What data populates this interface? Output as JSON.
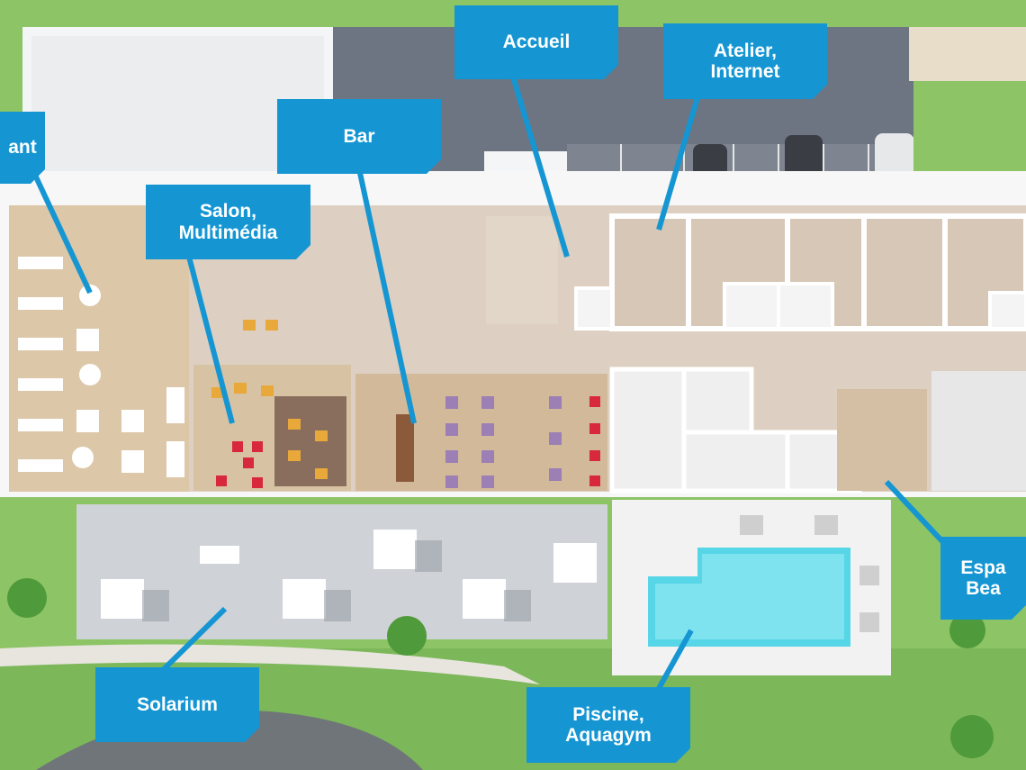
{
  "labels": {
    "restaurant": "ant",
    "salon": "Salon,\nMultimédia",
    "bar": "Bar",
    "accueil": "Accueil",
    "atelier": "Atelier,\nInternet",
    "espace": "Espa\nBea",
    "solarium": "Solarium",
    "piscine": "Piscine,\nAquagym"
  },
  "colors": {
    "label_bg": "#1596d3",
    "label_text": "#ffffff",
    "grass": "#8cc466",
    "floor": "#ddd0c2",
    "pool": "#56d6e6",
    "parking": "#6d7482",
    "terrace": "#cfd2d6"
  }
}
